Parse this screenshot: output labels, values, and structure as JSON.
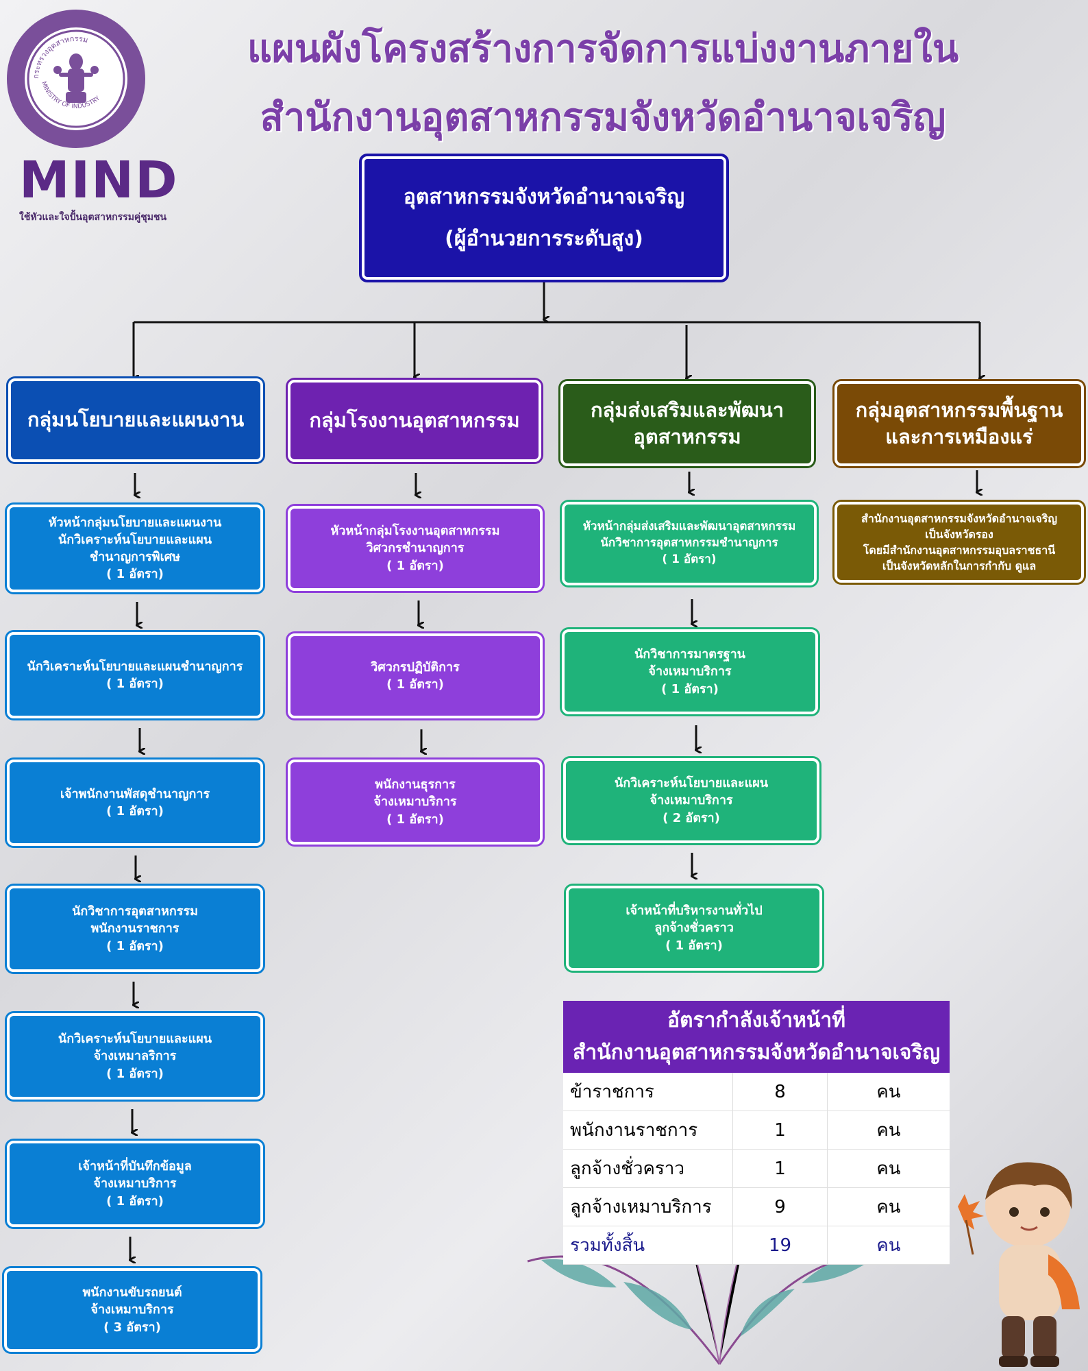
{
  "header": {
    "title_line1": "แผนผังโครงสร้างการจัดการแบ่งงานภายใน",
    "title_line2": "สำนักงานอุตสาหกรรมจังหวัดอำนาจเจริญ",
    "logo_text": "MIND",
    "logo_tagline": "ใช้หัวและใจปั้นอุตสาหกรรมคู่ชุมชน",
    "seal_text_top": "กระทรวงอุตสาหกรรม",
    "seal_text_bottom": "MINISTRY OF INDUSTRY"
  },
  "top": {
    "line1": "อุตสาหกรรมจังหวัดอำนาจเจริญ",
    "line2": "(ผู้อำนวยการระดับสูง)"
  },
  "groups": [
    {
      "name": "กลุ่มนโยบายและแผนงาน",
      "color": "#0b4fb3",
      "box_color": "#0a7fd4",
      "positions": [
        [
          "หัวหน้ากลุ่มนโยบายและแผนงาน",
          "นักวิเคราะห์นโยบายและแผน",
          "ชำนาญการพิเศษ",
          "( 1 อัตรา)"
        ],
        [
          "นักวิเคราะห์นโยบายและแผนชำนาญการ",
          "( 1 อัตรา)"
        ],
        [
          "เจ้าพนักงานพัสดุชำนาญการ",
          "( 1 อัตรา)"
        ],
        [
          "นักวิชาการอุตสาหกรรม",
          "พนักงานราชการ",
          "( 1 อัตรา)"
        ],
        [
          "นักวิเคราะห์นโยบายและแผน",
          "จ้างเหมาลริการ",
          "( 1 อัตรา)"
        ],
        [
          "เจ้าหน้าที่บันทึกข้อมูล",
          "จ้างเหมาบริการ",
          "( 1 อัตรา)"
        ],
        [
          "พนักงานขับรถยนต์",
          "จ้างเหมาบริการ",
          "( 3 อัตรา)"
        ]
      ]
    },
    {
      "name": "กลุ่มโรงงานอุตสาหกรรม",
      "color": "#6e22b0",
      "box_color": "#8e3fdb",
      "positions": [
        [
          "หัวหน้ากลุ่มโรงงานอุตสาหกรรม",
          "วิศวกรชำนาญการ",
          "( 1 อัตรา)"
        ],
        [
          "วิศวกรปฏิบัติการ",
          "( 1 อัตรา)"
        ],
        [
          "พนักงานธุรการ",
          "จ้างเหมาบริการ",
          "( 1 อัตรา)"
        ]
      ]
    },
    {
      "name_line1": "กลุ่มส่งเสริมและพัฒนา",
      "name_line2": "อุตสาหกรรม",
      "color": "#2a5c1a",
      "box_color": "#1fb37a",
      "positions": [
        [
          "หัวหน้ากลุ่มส่งเสริมและพัฒนาอุตสาหกรรม",
          "นักวิชาการอุตสาหกรรมชำนาญการ",
          "( 1 อัตรา)"
        ],
        [
          "นักวิชาการมาตรฐาน",
          "จ้างเหมาบริการ",
          "( 1 อัตรา)"
        ],
        [
          "นักวิเคราะห์นโยบายและแผน",
          "จ้างเหมาบริการ",
          "( 2 อัตรา)"
        ],
        [
          "เจ้าหน้าที่บริหารงานทั่วไป",
          "ลูกจ้างชั่วคราว",
          "( 1 อัตรา)"
        ]
      ]
    },
    {
      "name_line1": "กลุ่มอุตสาหกรรมพื้นฐาน",
      "name_line2": "และการเหมืองแร่",
      "color": "#7a4a06",
      "box_color": "#7a5a06",
      "positions": [
        [
          "สำนักงานอุตสาหกรรมจังหวัดอำนาจเจริญ",
          "เป็นจังหวัดรอง",
          "โดยมีสำนักงานอุตสาหกรรมอุบลราชธานี",
          "เป็นจังหวัดหลักในการกำกับ ดูแล"
        ]
      ]
    }
  ],
  "staff_table": {
    "title_line1": "อัตรากำลังเจ้าหน้าที่",
    "title_line2": "สำนักงานอุตสาหกรรมจังหวัดอำนาจเจริญ",
    "rows": [
      {
        "label": "ข้าราชการ",
        "count": "8",
        "unit": "คน"
      },
      {
        "label": "พนักงานราชการ",
        "count": "1",
        "unit": "คน"
      },
      {
        "label": "ลูกจ้างชั่วคราว",
        "count": "1",
        "unit": "คน"
      },
      {
        "label": "ลูกจ้างเหมาบริการ",
        "count": "9",
        "unit": "คน"
      }
    ],
    "total": {
      "label": "รวมทั้งสิ้น",
      "count": "19",
      "unit": "คน"
    }
  }
}
